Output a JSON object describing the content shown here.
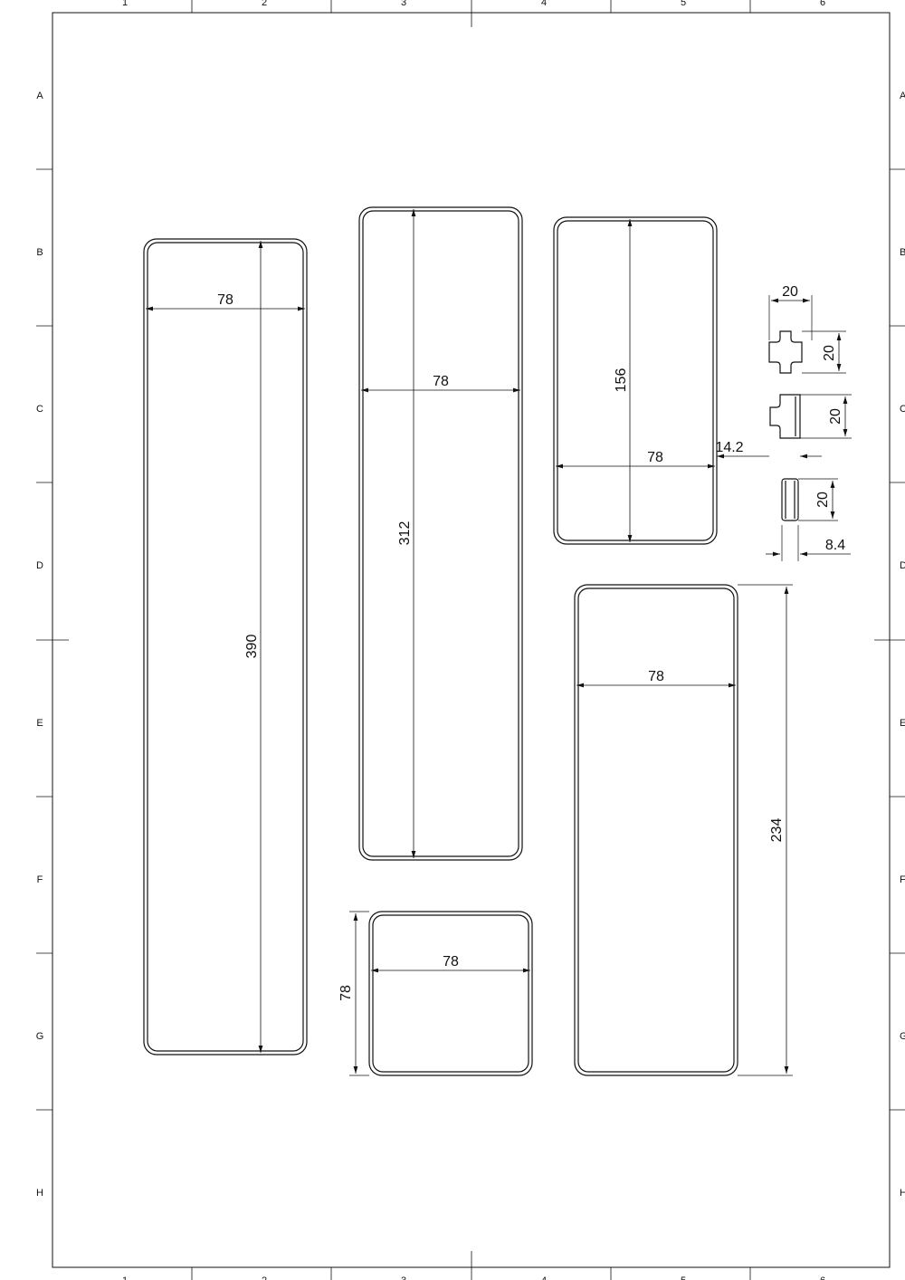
{
  "frame": {
    "columns": [
      "1",
      "2",
      "3",
      "4",
      "5",
      "6"
    ],
    "rows": [
      "A",
      "B",
      "C",
      "D",
      "E",
      "F",
      "G",
      "H"
    ]
  },
  "parts": {
    "tray_390": {
      "width_label": "78",
      "length_label": "390"
    },
    "tray_312": {
      "width_label": "78",
      "length_label": "312"
    },
    "tray_156": {
      "width_label": "78",
      "length_label": "156",
      "offset_label": "14.2"
    },
    "tray_234": {
      "width_label": "78",
      "length_label": "234"
    },
    "tray_78": {
      "width_label": "78",
      "length_label": "78"
    },
    "connector_cross": {
      "width_label": "20",
      "height_label": "20"
    },
    "connector_tee": {
      "height_label": "20"
    },
    "connector_straight": {
      "height_label": "20",
      "thickness_label": "8.4"
    }
  }
}
